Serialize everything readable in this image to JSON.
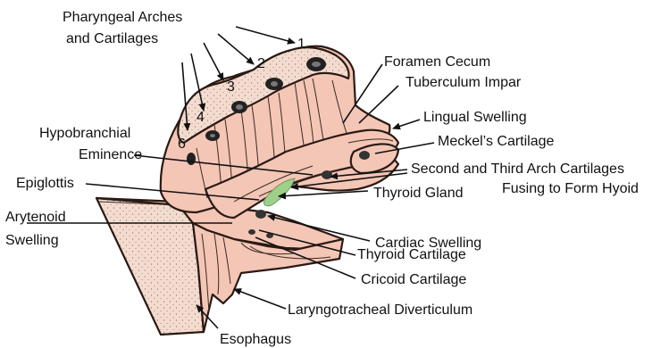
{
  "title_line1": "Pharyngeal Arches",
  "title_line2": "and Cartilages",
  "arch_numbers": [
    "1",
    "2",
    "3",
    "4",
    "6"
  ],
  "labels": {
    "foramen_cecum": "Foramen Cecum",
    "tuberculum_impar": "Tuberculum Impar",
    "lingual_swelling": "Lingual Swelling",
    "meckels_cartilage": "Meckel’s Cartilage",
    "hyoid_line1": "Second and Third Arch Cartilages",
    "hyoid_line2": "Fusing to Form Hyoid",
    "thyroid_gland": "Thyroid Gland",
    "cardiac_swelling": "Cardiac Swelling",
    "thyroid_cartilage": "Thyroid Cartilage",
    "cricoid_cartilage": "Cricoid Cartilage",
    "laryngotracheal": "Laryngotracheal Diverticulum",
    "esophagus": "Esophagus",
    "hypobranchial_line1": "Hypobranchial",
    "hypobranchial_line2": "Eminence",
    "epiglottis": "Epiglottis",
    "arytenoid_line1": "Arytenoid",
    "arytenoid_line2": "Swelling"
  },
  "colors": {
    "tissue_pink": "#f4c6b6",
    "cut_surface": "#f3dccf",
    "thyroid_green": "#9ed08a",
    "outline": "#2a1a14"
  }
}
